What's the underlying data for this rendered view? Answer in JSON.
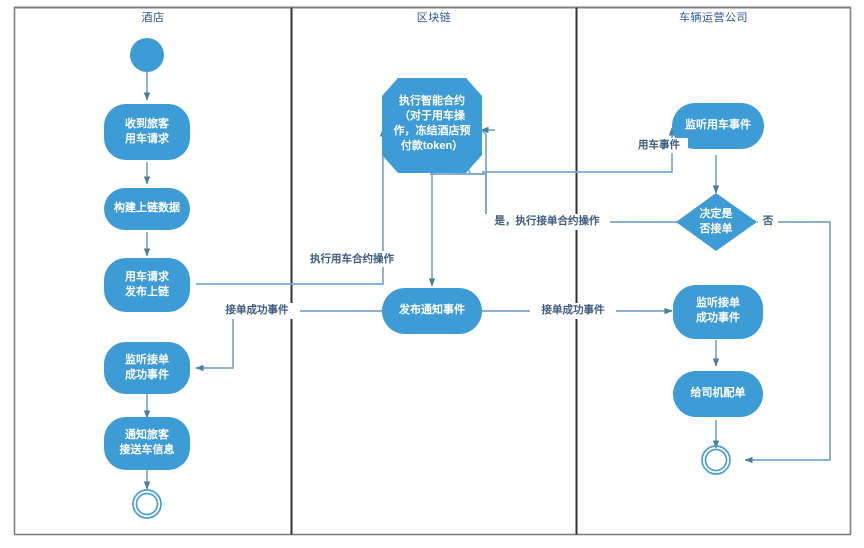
{
  "diagram": {
    "type": "swimlane-activity-flowchart",
    "background": "#ffffff",
    "border_color": "#808080",
    "lane_divider_color": "#333333",
    "node_fill": "#3d9bd5",
    "node_text_color": "#ffffff",
    "edge_color": "#7ba7c7",
    "edge_label_color": "#3f5e80",
    "lane_title_color": "#2f5597"
  },
  "lanes": [
    {
      "id": "lane-hotel",
      "title": "酒店"
    },
    {
      "id": "lane-blockchain",
      "title": "区块链"
    },
    {
      "id": "lane-operator",
      "title": "车辆运营公司"
    }
  ],
  "nodes": {
    "start_hotel": {
      "shape": "start-circle",
      "label": ""
    },
    "receive_request": {
      "shape": "rounded",
      "label": "收到旅客\n用车请求"
    },
    "build_chain_data": {
      "shape": "rounded",
      "label": "构建上链数据"
    },
    "publish_on_chain": {
      "shape": "rounded",
      "label": "用车请求\n发布上链"
    },
    "listen_accept_hotel": {
      "shape": "rounded",
      "label": "监听接单\n成功事件"
    },
    "notify_passenger": {
      "shape": "rounded",
      "label": "通知旅客\n接送车信息"
    },
    "end_hotel": {
      "shape": "end-circle",
      "label": ""
    },
    "smart_contract": {
      "shape": "octagon",
      "label": "执行智能合约\n（对于用车操\n作，冻结酒店预\n付款token）"
    },
    "publish_notice": {
      "shape": "rounded",
      "label": "发布通知事件"
    },
    "listen_use_event": {
      "shape": "rounded",
      "label": "监听用车事件"
    },
    "decide_accept": {
      "shape": "diamond",
      "label": "决定是\n否接单"
    },
    "listen_accept_op": {
      "shape": "rounded",
      "label": "监听接单\n成功事件"
    },
    "assign_driver": {
      "shape": "rounded",
      "label": "给司机配单"
    },
    "end_operator": {
      "shape": "end-circle",
      "label": ""
    }
  },
  "edge_labels": {
    "exec_use_contract": "执行用车合约操作",
    "accept_success_left": "接单成功事件",
    "accept_success_right": "接单成功事件",
    "use_event": "用车事件",
    "yes_exec_accept": "是，执行接单合约操作",
    "no": "否"
  }
}
